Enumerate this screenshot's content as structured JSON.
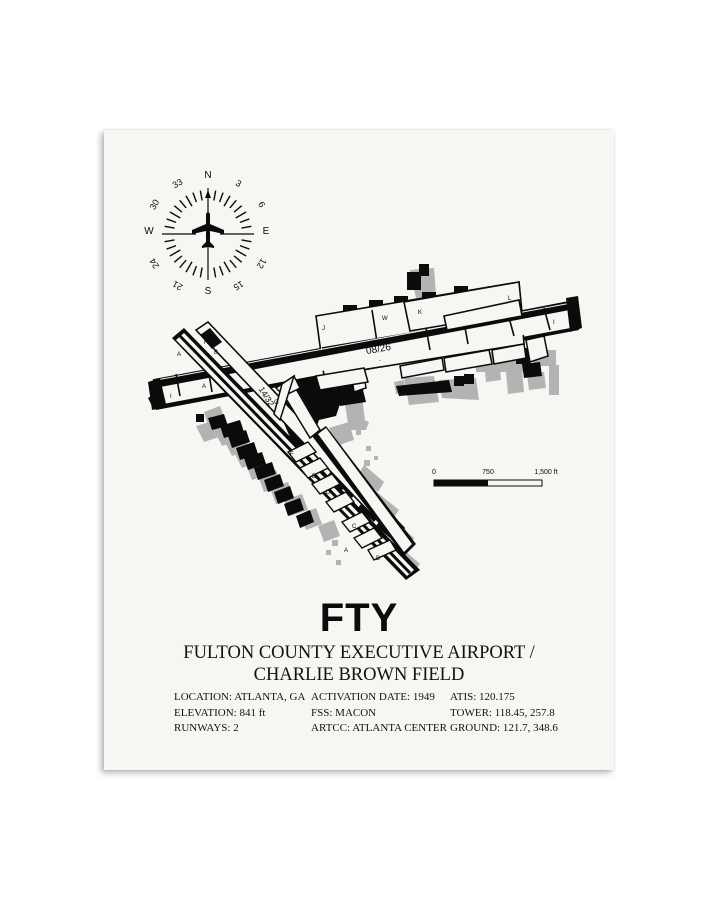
{
  "compass": {
    "labels": [
      "N",
      "3",
      "6",
      "E",
      "12",
      "15",
      "S",
      "21",
      "24",
      "W",
      "30",
      "33"
    ]
  },
  "runways": {
    "main": "08/26",
    "cross": "14/32"
  },
  "taxiways": {
    "j": "J",
    "w": "W",
    "k": "K",
    "l": "L",
    "i_east": "I",
    "i_west": "I",
    "a_west": "A",
    "a_north": "A",
    "r": "R",
    "b_north": "B",
    "g": "G",
    "f": "F",
    "e": "E",
    "d": "D",
    "c": "C",
    "a_south": "A",
    "b_south": "B"
  },
  "scale": {
    "labels": [
      "0",
      "750",
      "1,500 ft"
    ]
  },
  "airport": {
    "code": "FTY",
    "name_line1": "FULTON COUNTY EXECUTIVE AIRPORT /",
    "name_line2": "CHARLIE BROWN FIELD"
  },
  "info": {
    "col1": [
      "LOCATION: ATLANTA, GA",
      "ELEVATION: 841 ft",
      "RUNWAYS: 2"
    ],
    "col2": [
      "ACTIVATION DATE: 1949",
      "FSS: MACON",
      "ARTCC: ATLANTA CENTER"
    ],
    "col3": [
      "ATIS: 120.175",
      "TOWER: 118.45, 257.8",
      "GROUND: 121.7, 348.6"
    ]
  },
  "colors": {
    "paper": "#f8f6f3",
    "ink": "#0b0b0b",
    "building": "#b3b3b3"
  }
}
